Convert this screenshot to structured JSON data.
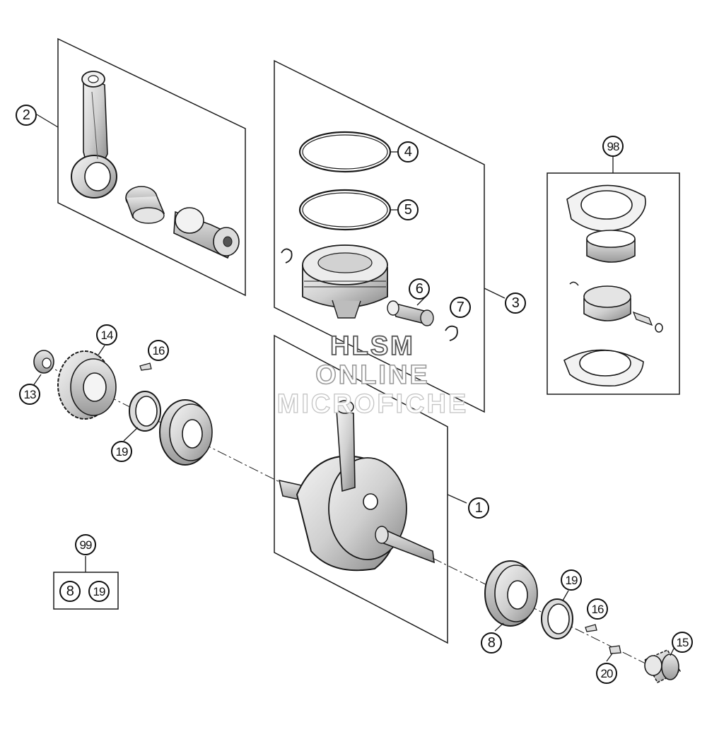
{
  "callouts": {
    "c1": "1",
    "c2": "2",
    "c3": "3",
    "c4": "4",
    "c5": "5",
    "c6": "6",
    "c7": "7",
    "c8a": "8",
    "c8b": "8",
    "c13": "13",
    "c14": "14",
    "c15": "15",
    "c16a": "16",
    "c16b": "16",
    "c19a": "19",
    "c19b": "19",
    "c19c": "19",
    "c20": "20",
    "c98": "98",
    "c99": "99"
  },
  "watermark": {
    "line1": "HLSM",
    "line2": "ONLINE",
    "line3": "MICROFICHE"
  },
  "colors": {
    "line": "#1a1a1a",
    "part_fill": "#dcdcdc",
    "part_shade": "#8c8c8c",
    "background": "#ffffff"
  }
}
